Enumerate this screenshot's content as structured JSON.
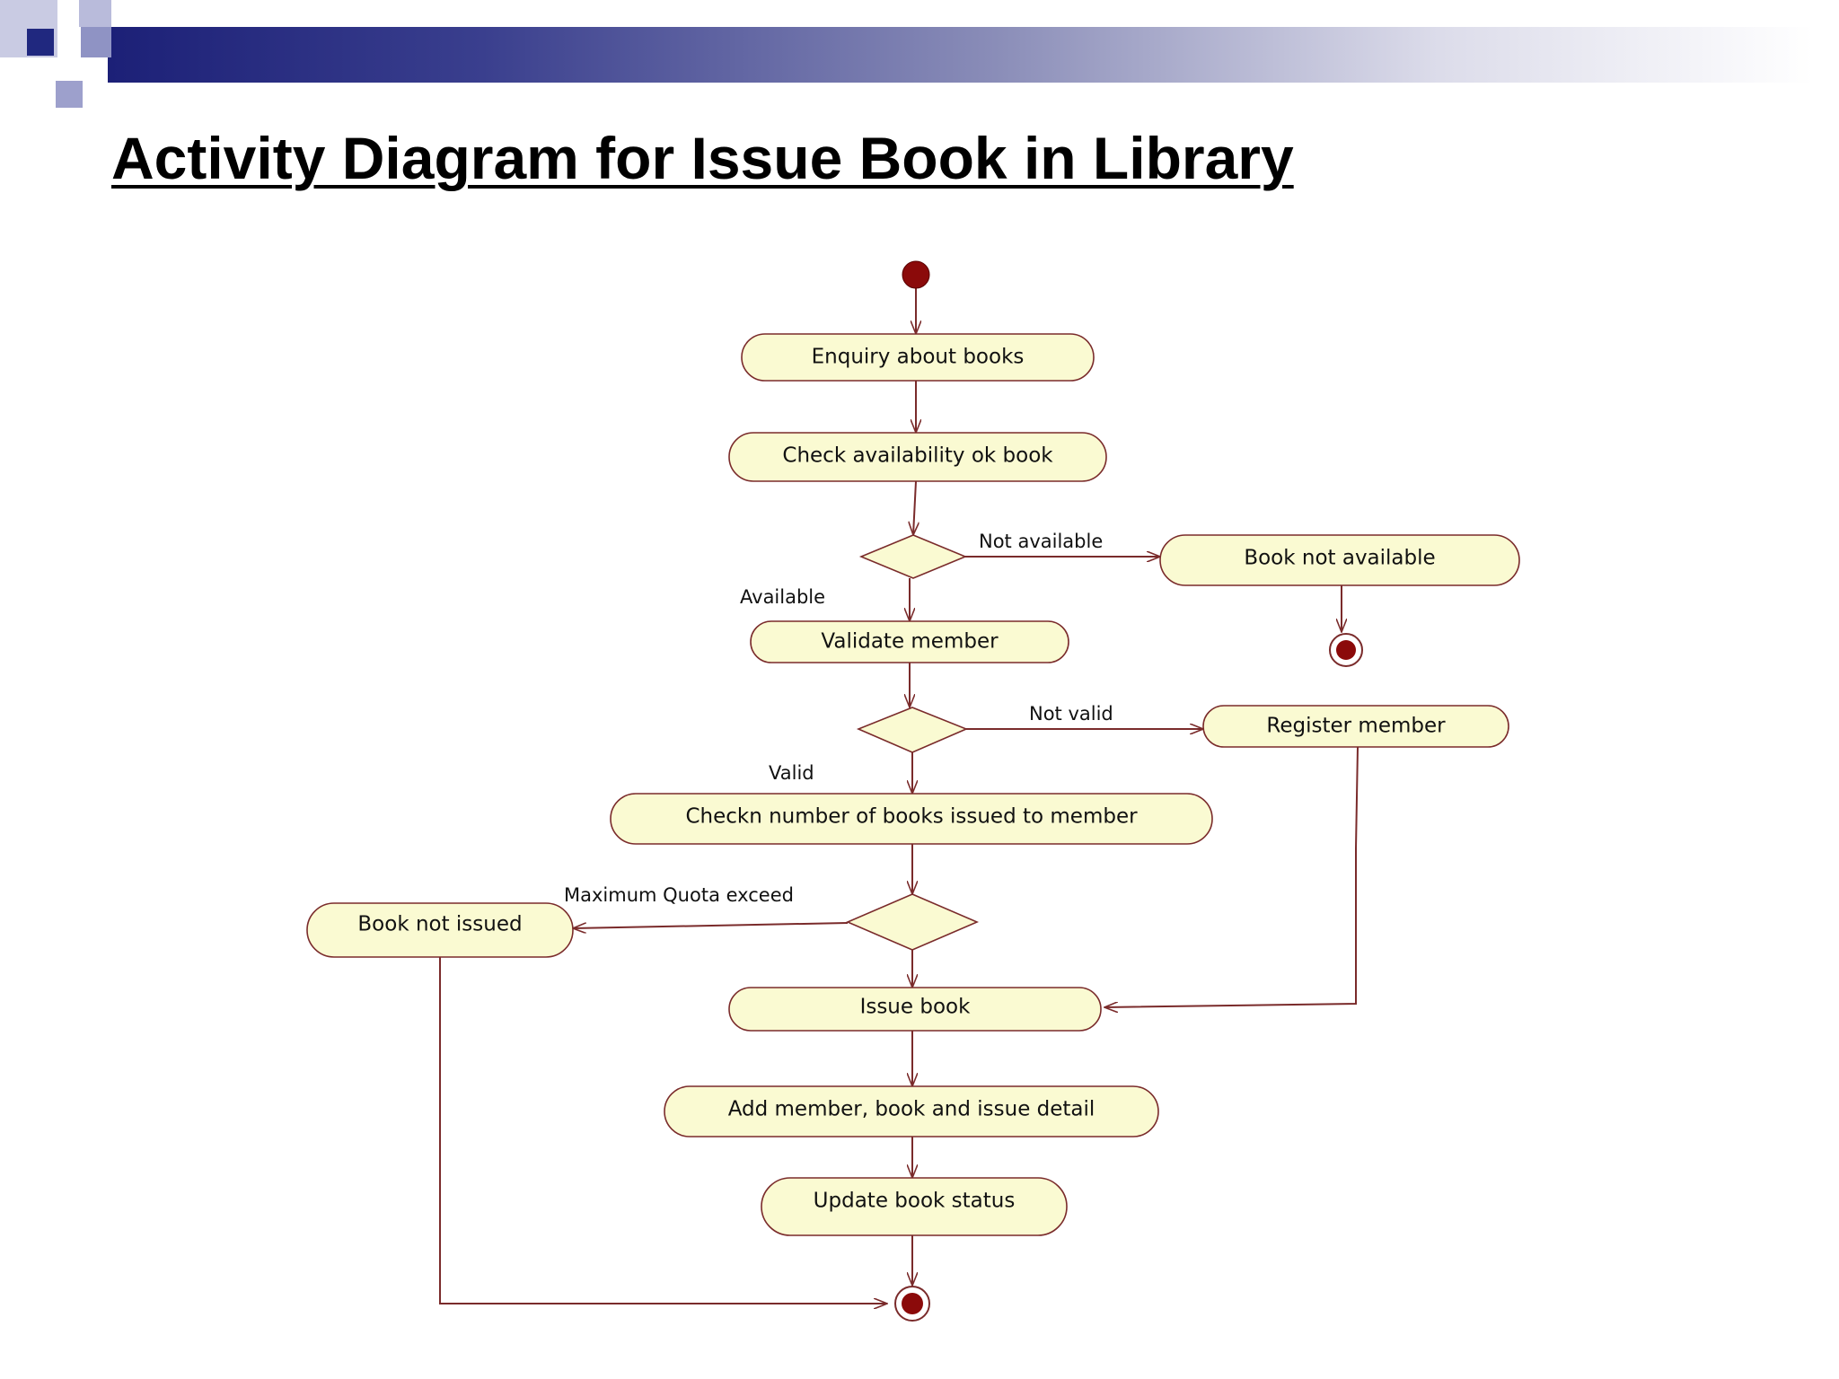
{
  "slide": {
    "title": "Activity Diagram for Issue Book in Library"
  },
  "colors": {
    "band_dark": "#1c2077",
    "accent_square": "#20287f",
    "accent_light": "#8f93c4",
    "node_fill": "#fafad2",
    "node_stroke": "#7a2b2b",
    "start_fill": "#8b0a0a"
  },
  "diagram": {
    "activities": {
      "enquiry": "Enquiry about books",
      "check_availability": "Check availability ok book",
      "book_not_available": "Book not available",
      "validate_member": "Validate member",
      "register_member": "Register member",
      "check_number": "Checkn number of books issued to member",
      "book_not_issued": "Book not issued",
      "issue_book": "Issue book",
      "add_detail": "Add member, book and issue detail",
      "update_status": "Update book status"
    },
    "guards": {
      "not_available": "Not available",
      "available": "Available",
      "not_valid": "Not valid",
      "valid": "Valid",
      "max_quota": "Maximum Quota exceed"
    }
  }
}
